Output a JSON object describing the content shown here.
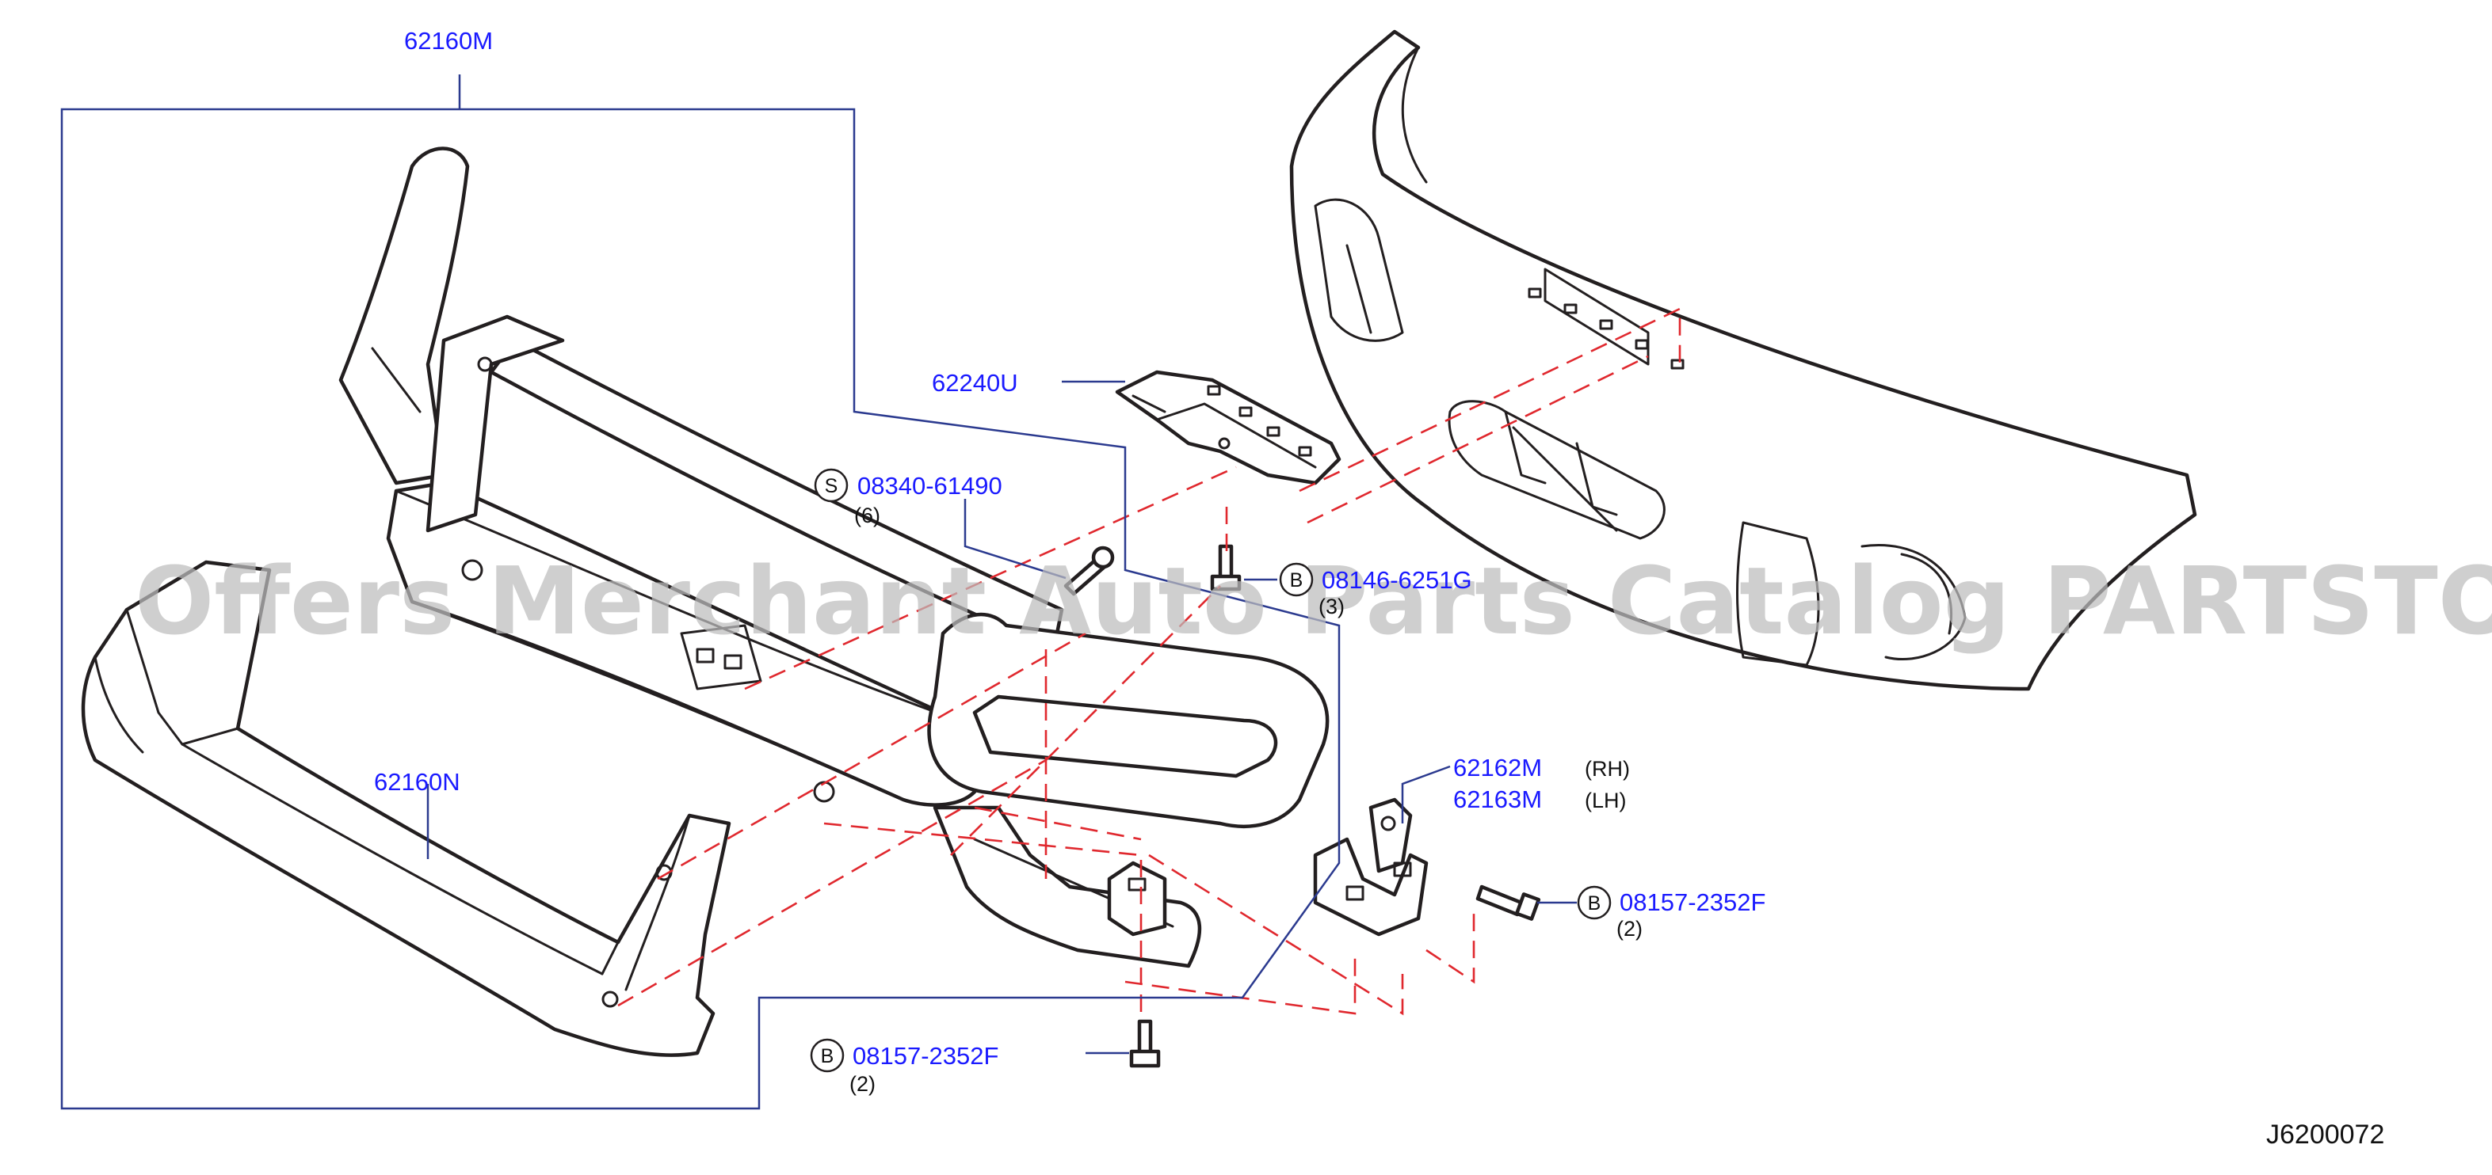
{
  "labels": {
    "grille_guard": "62160M",
    "lower_cover": "62160N",
    "bracket_top": "62240U",
    "side_bracket_rh": "62162M",
    "side_bracket_lh": "62163M",
    "rh": "(RH)",
    "lh": "(LH)"
  },
  "fasteners": [
    {
      "prefix": "S",
      "part": "08340-61490",
      "qty": "(6)"
    },
    {
      "prefix": "B",
      "part": "08146-6251G",
      "qty": "(3)"
    },
    {
      "prefix": "B",
      "part": "08157-2352F",
      "qty": "(2)"
    },
    {
      "prefix": "B",
      "part": "08157-2352F",
      "qty": "(2)"
    }
  ],
  "watermark": "Offers Merchant Auto Parts Catalog PARTSTORE.SA",
  "diagram_code": "J6200072",
  "colors": {
    "label_blue": "#1a1aff",
    "leader_blue": "#2b3a8f",
    "phantom_red": "#e0282e",
    "outline": "#231f20",
    "watermark_gray": "#bdbdbd"
  }
}
